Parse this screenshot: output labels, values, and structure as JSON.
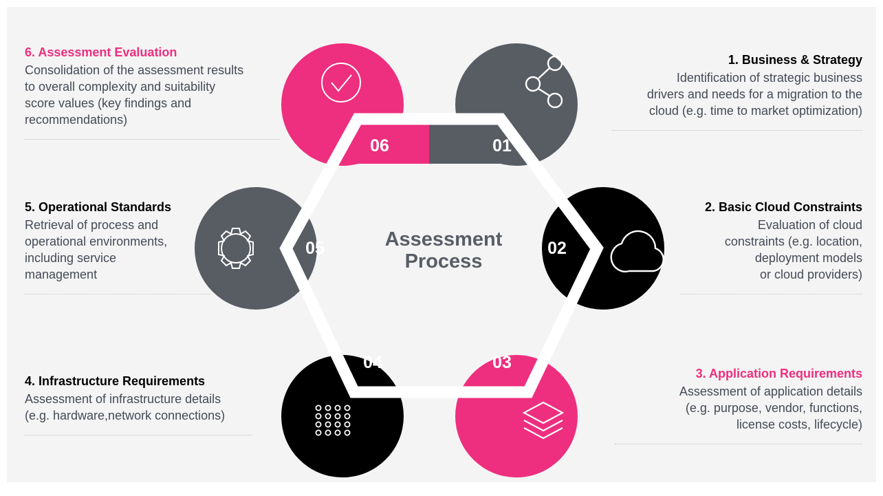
{
  "center": {
    "line1": "Assessment",
    "line2": "Process"
  },
  "colors": {
    "pink": "#ee2e7e",
    "gray": "#585c63",
    "black": "#000000",
    "background": "#f4f4f4"
  },
  "steps": [
    {
      "num": "01",
      "title": "1. Business & Strategy",
      "title_color": "#000000",
      "circle_color": "#585c63",
      "icon": "share-nodes-icon",
      "lines": [
        "Identification of strategic business",
        "drivers and needs for a migration to the",
        "cloud (e.g. time to market optimization)"
      ]
    },
    {
      "num": "02",
      "title": "2. Basic Cloud Constraints",
      "title_color": "#000000",
      "circle_color": "#000000",
      "icon": "cloud-icon",
      "lines": [
        "Evaluation of cloud",
        "constraints (e.g. location,",
        "deployment models",
        "or cloud providers)"
      ]
    },
    {
      "num": "03",
      "title": "3. Application Requirements",
      "title_color": "#ee2e7e",
      "circle_color": "#ee2e7e",
      "icon": "layers-icon",
      "lines": [
        "Assessment of application details",
        "(e.g. purpose, vendor, functions,",
        "license costs, lifecycle)"
      ]
    },
    {
      "num": "04",
      "title": "4. Infrastructure Requirements",
      "title_color": "#000000",
      "circle_color": "#000000",
      "icon": "dot-grid-icon",
      "lines": [
        "Assessment of infrastructure details",
        "(e.g. hardware,network connections)"
      ]
    },
    {
      "num": "05",
      "title": "5. Operational Standards",
      "title_color": "#000000",
      "circle_color": "#585c63",
      "icon": "gear-icon",
      "lines": [
        "Retrieval of process and",
        "operational environments,",
        "including service",
        "management"
      ]
    },
    {
      "num": "06",
      "title": "6. Assessment Evaluation",
      "title_color": "#ee2e7e",
      "circle_color": "#ee2e7e",
      "icon": "check-circle-icon",
      "lines": [
        "Consolidation of the assessment results",
        "to overall complexity and suitability",
        "score values (key findings and",
        "recommendations)"
      ]
    }
  ]
}
